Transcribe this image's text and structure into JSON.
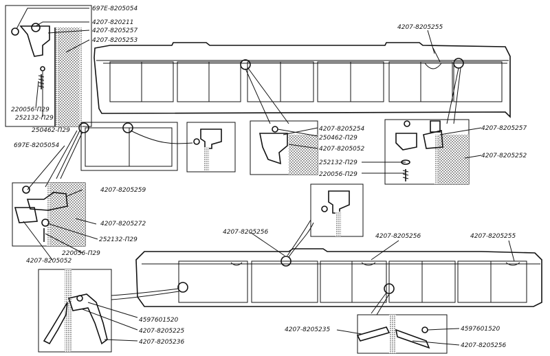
{
  "labels": {
    "tl_1": "697E-8205054",
    "tl_2": "4207-820211",
    "tl_3": "4207-8205257",
    "tl_4": "4207-8205253",
    "tl_5": "220056-П29",
    "tl_6": "252132-П29",
    "top_right": "4207-8205255",
    "mid_a1": "4207-8205254",
    "mid_a2": "250462-П29",
    "mid_a3": "4207-8205052",
    "mid_a4": "252132-П29",
    "mid_a5": "220056-П29",
    "mid_r1": "4207-8205257",
    "mid_r2": "4207-8205252",
    "left_1": "250462-П29",
    "left_2": "697E-8205054",
    "left_3": "4207-8205259",
    "left_4": "4207-8205272",
    "left_5": "252132-П29",
    "left_6": "220056-П29",
    "left_7": "4207-8205052",
    "low_1": "4207-8205256",
    "low_2": "4207-8205256",
    "low_3": "4207-8205255",
    "bl_1": "4597601520",
    "bl_2": "4207-8205225",
    "bl_3": "4207-8205236",
    "br_1": "4207-8205235",
    "br_2": "4597601520",
    "br_3": "4207-8205256"
  }
}
